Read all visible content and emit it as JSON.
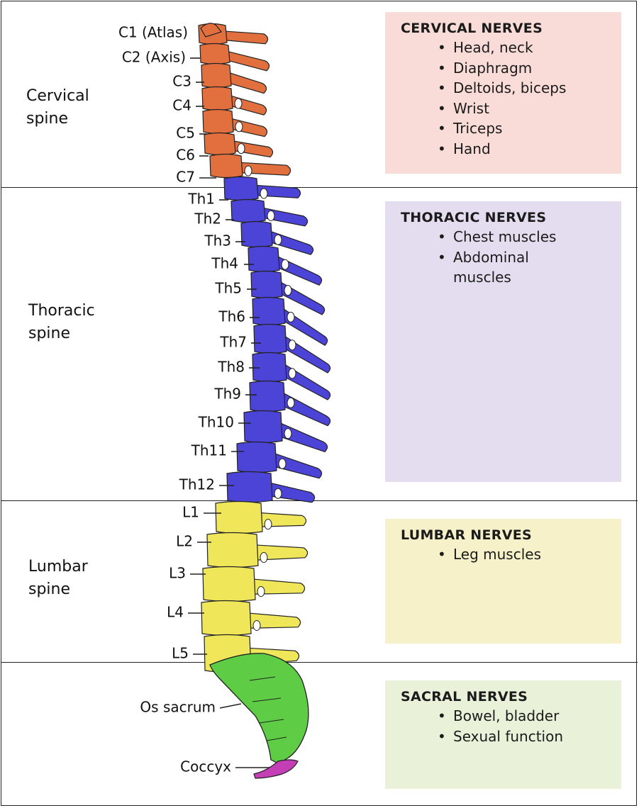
{
  "regions": [
    {
      "title_lines": [
        "Cervical",
        "spine"
      ]
    },
    {
      "title_lines": [
        "Thoracic",
        "spine"
      ]
    },
    {
      "title_lines": [
        "Lumbar",
        "spine"
      ]
    }
  ],
  "nerve_boxes": [
    {
      "title": "CERVICAL NERVES",
      "color": "#f9dcd8",
      "items": [
        "Head, neck",
        "Diaphragm",
        "Deltoids, biceps",
        "Wrist",
        "Triceps",
        "Hand"
      ]
    },
    {
      "title": "THORACIC NERVES",
      "color": "#e3ddef",
      "items": [
        "Chest muscles",
        "Abdominal muscles"
      ]
    },
    {
      "title": "LUMBAR NERVES",
      "color": "#f6f1c9",
      "items": [
        "Leg muscles"
      ]
    },
    {
      "title": "SACRAL NERVES",
      "color": "#e9f2d9",
      "items": [
        "Bowel, bladder",
        "Sexual function"
      ]
    }
  ],
  "vertebra_labels": [
    "C1 (Atlas)",
    "C2 (Axis)",
    "C3",
    "C4",
    "C5",
    "C6",
    "C7",
    "Th1",
    "Th2",
    "Th3",
    "Th4",
    "Th5",
    "Th6",
    "Th7",
    "Th8",
    "Th9",
    "Th10",
    "Th11",
    "Th12",
    "L1",
    "L2",
    "L3",
    "L4",
    "L5",
    "Os sacrum",
    "Coccyx"
  ],
  "colors": {
    "cervical": "#e2703f",
    "thoracic": "#4b44d6",
    "lumbar": "#efe65a",
    "sacral": "#5fcc45",
    "coccyx": "#c43fb6",
    "outline": "#222222"
  }
}
